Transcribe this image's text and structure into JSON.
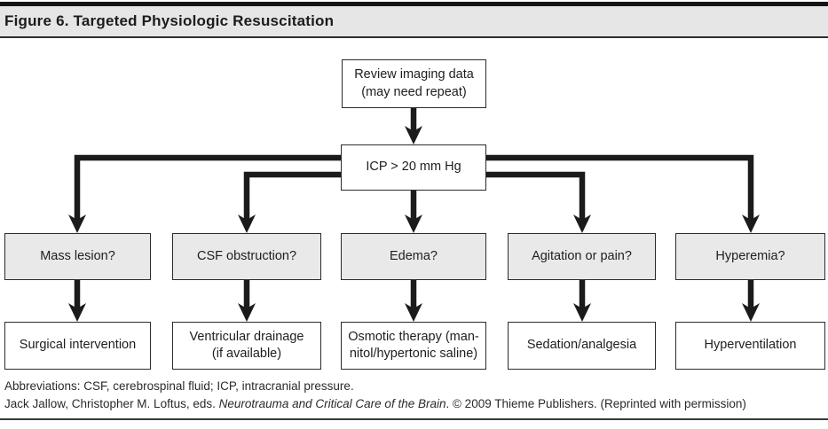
{
  "header": {
    "title": "Figure 6. Targeted Physiologic Resuscitation"
  },
  "flowchart": {
    "start": {
      "lines": [
        "Review imaging data",
        "(may need repeat)"
      ]
    },
    "decision": {
      "label": "ICP > 20 mm Hg"
    },
    "branches": [
      {
        "question": "Mass lesion?",
        "action_lines": [
          "Surgical intervention"
        ]
      },
      {
        "question": "CSF obstruction?",
        "action_lines": [
          "Ventricular drainage",
          "(if available)"
        ]
      },
      {
        "question": "Edema?",
        "action_lines": [
          "Osmotic therapy (man-",
          "nitol/hypertonic saline)"
        ]
      },
      {
        "question": "Agitation or pain?",
        "action_lines": [
          "Sedation/analgesia"
        ]
      },
      {
        "question": "Hyperemia?",
        "action_lines": [
          "Hyperventilation"
        ]
      }
    ]
  },
  "footer": {
    "abbreviations": "Abbreviations: CSF, cerebrospinal fluid; ICP, intracranial pressure.",
    "citation_prefix": "Jack Jallow, Christopher M. Loftus, eds. ",
    "citation_title": "Neurotrauma and Critical Care of the Brain",
    "citation_suffix": ". © 2009 Thieme Publishers. (Reprinted with permission)"
  }
}
